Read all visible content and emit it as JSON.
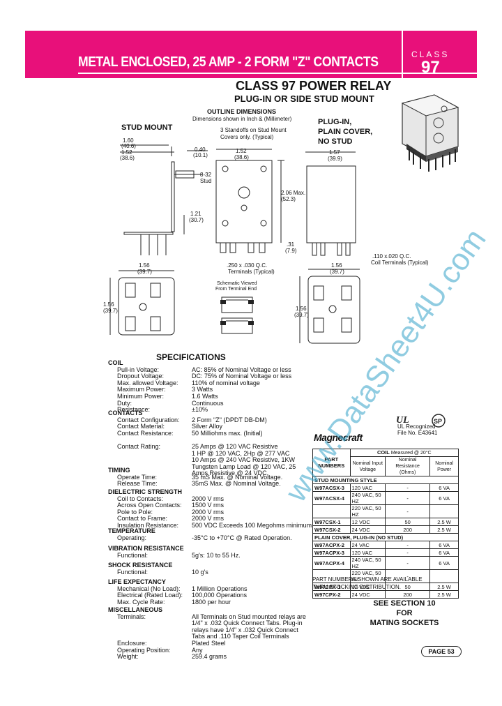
{
  "header": {
    "title": "METAL ENCLOSED, 25 AMP - 2 FORM \"Z\" CONTACTS",
    "class_label": "CLASS",
    "class_number": "97",
    "color": "#e8107a"
  },
  "titles": {
    "main": "CLASS 97 POWER RELAY",
    "sub": "PLUG-IN OR SIDE STUD MOUNT",
    "outline": "OUTLINE DIMENSIONS",
    "outline_note": "Dimensions shown in Inch & (Millimeter)",
    "stud_mount": "STUD MOUNT",
    "plugin": [
      "PLUG-IN,",
      "PLAIN COVER,",
      "NO STUD"
    ]
  },
  "dimensions": {
    "d160": "1.60",
    "d160m": "(40.6)",
    "d152": "1.52",
    "d152m": "(38.6)",
    "d040": "0.40",
    "d040m": "(10.1)",
    "d152b": "1.52",
    "d152bm": "(38.6)",
    "d157": "1.57",
    "d157m": "(39.9)",
    "standoffs": "3 Standoffs on Stud Mount",
    "standoffs2": "Covers only. (Typical)",
    "stud": "8-32",
    "stud2": "Stud",
    "d121": "1.21",
    "d121m": "(30.7)",
    "d206": "2.06 Max.",
    "d206m": "(52.3)",
    "d31": ".31",
    "d31m": "(7.9)",
    "d110": ".110 x.020 Q.C.",
    "d110b": "Coil Terminals (Typical)",
    "d250": ".250 x .030 Q.C.",
    "d250b": "Terminals (Typical)",
    "d156a": "1.56",
    "d156am": "(39.7)",
    "d156b": "1.56",
    "d156bm": "(39.7)",
    "d156c": "1.56",
    "d156cm": "(39.7)",
    "d156d": "1.56",
    "d156dm": "(39.7)",
    "view": "Schematic Viewed",
    "view2": "From Terminal End"
  },
  "specs": {
    "title": "SPECIFICATIONS",
    "sections": [
      {
        "name": "COIL",
        "rows": [
          [
            "Pull-in Voltage:",
            "AC: 85% of Nominal Voltage or less"
          ],
          [
            "Dropout Voltage:",
            "DC: 75% of Nominal Voltage or less"
          ],
          [
            "Max. allowed Voltage:",
            "110% of nominal voltage"
          ],
          [
            "Maximum Power:",
            "3 Watts"
          ],
          [
            "Minimum Power:",
            "1.6 Watts"
          ],
          [
            "Duty:",
            "Continuous"
          ],
          [
            "Resistance:",
            "±10%"
          ]
        ]
      },
      {
        "name": "CONTACTS",
        "rows": [
          [
            "Contact Configuration:",
            "2 Form \"Z\" (DPDT DB-DM)"
          ],
          [
            "Contact Material:",
            "Silver Alloy"
          ],
          [
            "Contact Resistance:",
            "50 Milliohms max. (Initial)"
          ],
          [
            "",
            ""
          ],
          [
            "Contact Rating:",
            "25 Amps @ 120 VAC Resistive"
          ],
          [
            "",
            "1 HP @ 120 VAC, 2Hp @ 277 VAC"
          ],
          [
            "",
            "10 Amps @ 240 VAC Resistive, 1KW"
          ],
          [
            "",
            "Tungsten Lamp Load @ 120 VAC, 25"
          ],
          [
            "",
            "Amps Resistive @ 24 VDC."
          ]
        ]
      },
      {
        "name": "TIMING",
        "rows": [
          [
            "Operate Time:",
            "35 mS Max. @ Nominal Voltage."
          ],
          [
            "Release Time:",
            "35mS Max. @ Nominal Voltage."
          ]
        ]
      },
      {
        "name": "DIELECTRIC STRENGTH",
        "rows": [
          [
            "Coil to Contacts:",
            "2000 V rms"
          ],
          [
            "Across Open Contacts:",
            "1500 V rms"
          ],
          [
            "Pole to Pole:",
            "2000 V rms"
          ],
          [
            "Contact to Frame:",
            "2000 V rms"
          ],
          [
            "Insulation Resistance:",
            "500 VDC Exceeds 100 Megohms minimum"
          ]
        ]
      },
      {
        "name": "TEMPERATURE",
        "rows": [
          [
            "Operating:",
            "-35°C to +70°C @ Rated Operation."
          ]
        ]
      },
      {
        "name": "VIBRATION RESISTANCE",
        "rows": [
          [
            "Functional:",
            "5g's: 10 to 55 Hz."
          ]
        ]
      },
      {
        "name": "SHOCK RESISTANCE",
        "rows": [
          [
            "Functional:",
            "10 g's"
          ]
        ]
      },
      {
        "name": "LIFE EXPECTANCY",
        "rows": [
          [
            "Mechanical (No Load):",
            "1 Million Operations"
          ],
          [
            "Electrical (Rated Load):",
            "100,000 Operations"
          ],
          [
            "Max. Cycle Rate:",
            "1800 per hour"
          ]
        ]
      },
      {
        "name": "MISCELLANEOUS",
        "rows": [
          [
            "Terminals:",
            "All Terminals on Stud mounted relays are"
          ],
          [
            "",
            "1/4\" x .032 Quick Connect Tabs. Plug-in"
          ],
          [
            "",
            "relays have 1/4\" x .032 Quick Connect"
          ],
          [
            "",
            "Tabs and .110 Taper Coil Terminals"
          ],
          [
            "Enclosure:",
            "Plated Steel"
          ],
          [
            "Operating Position:",
            "Any"
          ],
          [
            "Weight:",
            "259.4 grams"
          ]
        ]
      }
    ]
  },
  "brand": {
    "logo": "Magnecraft",
    "ul1": "UL Recognized",
    "ul2": "File No. E43641",
    "ul_mark": "UL",
    "csa_mark": "SP"
  },
  "table": {
    "h_part": "PART NUMBERS",
    "h_coil": "COIL",
    "h_coil_note": "Measured @ 20°C",
    "h_input": "Nominal Input Voltage",
    "h_res": "Nominal Resistance (Ohms)",
    "h_power": "Nominal Power",
    "groups": [
      {
        "name": "STUD MOUNTING STYLE",
        "rows": [
          [
            "W97ACSX-3",
            "120 VAC",
            "-",
            "6 VA"
          ],
          [
            "W97ACSX-4",
            "240 VAC, 50 HZ",
            "-",
            "6 VA"
          ],
          [
            "",
            "220 VAC, 50 HZ",
            "-",
            ""
          ],
          [
            "W97CSX-1",
            "12 VDC",
            "50",
            "2.5 W"
          ],
          [
            "W97CSX-2",
            "24 VDC",
            "200",
            "2.5 W"
          ]
        ]
      },
      {
        "name": "PLAIN COVER, PLUG-IN (NO STUD)",
        "rows": [
          [
            "W97ACPX-2",
            "24 VAC",
            "-",
            "6 VA"
          ],
          [
            "W97ACPX-3",
            "120 VAC",
            "-",
            "6 VA"
          ],
          [
            "W97ACPX-4",
            "240 VAC, 50 HZ",
            "-",
            "6 VA"
          ],
          [
            "",
            "220 VAC, 50 HZ",
            "-",
            ""
          ],
          [
            "W97CPX-1",
            "12 VDC",
            "50",
            "2.5 W"
          ],
          [
            "W97CPX-2",
            "24 VDC",
            "200",
            "2.5 W"
          ]
        ]
      }
    ]
  },
  "notes": {
    "avail1": "PART NUMBERS SHOWN ARE AVAILABLE",
    "avail2": "THRU STOCKING DISTRIBUTION.",
    "see1": "SEE SECTION 10",
    "see2": "FOR",
    "see3": "MATING SOCKETS",
    "page_label": "PAGE",
    "page_number": "53"
  },
  "watermark": "www.DataSheet4U.com"
}
